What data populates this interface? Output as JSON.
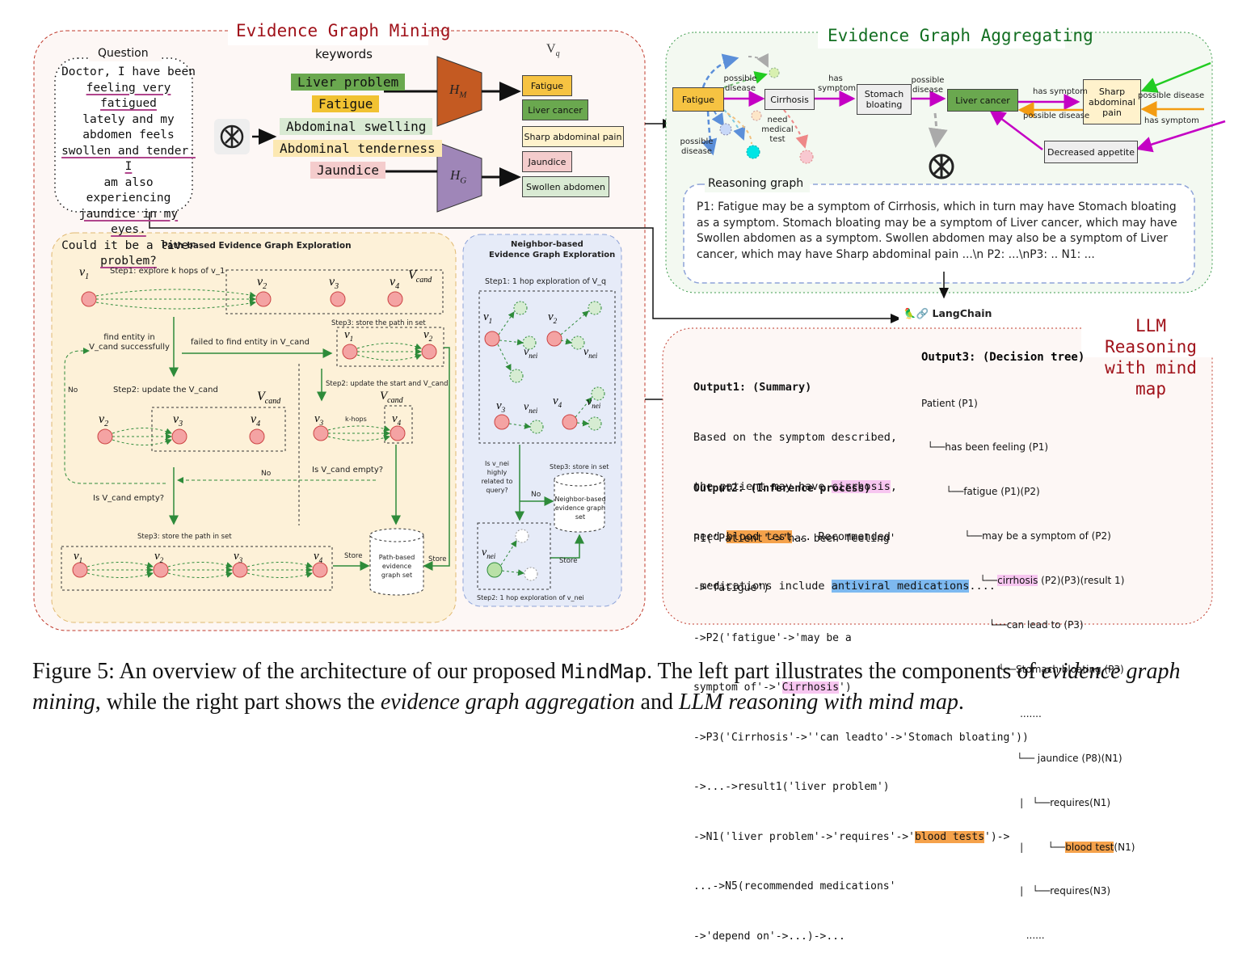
{
  "mining": {
    "title": "Evidence Graph Mining",
    "question_label": "Question",
    "question_lines": [
      "Doctor, I have been",
      "feeling very fatigued",
      "lately and my",
      "abdomen feels",
      "swollen and tender. I",
      "am also experiencing",
      "jaundice in my eyes.",
      "Could it be a liver",
      "problem?"
    ],
    "keywords_label": "keywords",
    "keywords": [
      {
        "text": "Liver problem",
        "color": "#6aa84f"
      },
      {
        "text": "Fatigue",
        "color": "#f1c232"
      },
      {
        "text": "Abdominal swelling",
        "color": "#d9ead3"
      },
      {
        "text": "Abdominal tenderness",
        "color": "#fce8b2"
      },
      {
        "text": "Jaundice",
        "color": "#f4cccc"
      }
    ],
    "hm_label": "H",
    "hm_sub": "M",
    "hg_label": "H",
    "hg_sub": "G",
    "vq_label": "V",
    "vq_sub": "q",
    "entities": [
      {
        "text": "Fatigue",
        "color": "#f6c342"
      },
      {
        "text": "Liver cancer",
        "color": "#6aa84f"
      },
      {
        "text": "Sharp abdominal pain",
        "color": "#fff2cc"
      },
      {
        "text": "Jaundice",
        "color": "#f4cccc"
      },
      {
        "text": "Swollen abdomen",
        "color": "#d9ead3"
      }
    ]
  },
  "path": {
    "title": "Path-based Evidence Graph Exploration",
    "step1": "Step1: explore k hops of v_1",
    "find_success": "find entity in V_cand successfully",
    "failed": "failed to find entity in V_cand",
    "step3a": "Step3: store the path in set",
    "step2a": "Step2: update the start and V_cand",
    "step2": "Step2: update the V_cand",
    "khops": "k-hops",
    "no1": "No",
    "no2": "No",
    "empty1": "Is V_cand empty?",
    "empty2": "Is V_cand empty?",
    "step3b": "Step3: store the path in set",
    "store1": "Store",
    "store2": "Store",
    "set_label": "Path-based evidence graph set",
    "v1": "v",
    "vcand": "V"
  },
  "neighbor": {
    "title1": "Neighbor-based",
    "title2": "Evidence Graph Exploration",
    "step1": "Step1: 1 hop exploration of V_q",
    "related": "Is v_nei highly related to query?",
    "no": "No",
    "step3": "Step3: store in set",
    "set_label": "Neighbor-based evidence graph set",
    "store": "Store",
    "step2": "Step2: 1 hop exploration of v_nei"
  },
  "aggregating": {
    "title": "Evidence Graph Aggregating",
    "nodes": {
      "fatigue": "Fatigue",
      "cirrhosis": "Cirrhosis",
      "stomach": "Stomach bloating",
      "liver_cancer": "Liver cancer",
      "sharp": "Sharp abdominal pain",
      "decreased": "Decreased appetite"
    },
    "edges": {
      "possible_disease1": "possible disease",
      "possible_disease2": "possible disease",
      "need_test": "need medical test",
      "has_symptom1": "has symptom",
      "possible_disease3": "possible disease",
      "has_symptom2": "has symptom",
      "possible_disease4": "possible disease",
      "possible_disease5": "possible disease",
      "has_symptom3": "has symptom"
    },
    "reasoning_label": "Reasoning graph",
    "reasoning_text": "P1: Fatigue may be a symptom of Cirrhosis, which in turn may have Stomach bloating as a symptom. Stomach bloating may be a symptom of Liver cancer, which may have Swollen abdomen as a symptom. Swollen abdomen may also be a symptom of Liver cancer, which may have Sharp abdominal pain ...\\n P2: ...\\nP3: .. N1: ...",
    "langchain": "LangChain"
  },
  "reasoning": {
    "title1": "LLM Reasoning",
    "title2": "with mind map",
    "out1_title": "Output1: (Summary)",
    "out1_l1": "Based on the symptom described,",
    "out1_l2a": "the patient may have ",
    "out1_l2b": "cirrhosis",
    "out1_l2c": ",",
    "out1_l3a": "need ",
    "out1_l3b": "blood test",
    "out1_l3c": "... Recommended",
    "out1_l4a": " medications include ",
    "out1_l4b": "antiviral medications",
    "out1_l4c": "....",
    "out2_title": "Output2: (Inference process)",
    "out2_l1": "P1('Patient'->'has been feeling'",
    "out2_l2": "->'fatigue')",
    "out2_l3": "->P2('fatigue'->'may be a",
    "out2_l4a": "symptom of'->'",
    "out2_l4b": "Cirrhosis",
    "out2_l4c": "')",
    "out2_l5": "->P3('Cirrhosis'->''can leadto'->'Stomach bloating'))",
    "out2_l6": "->...->result1('liver problem')",
    "out2_l7a": "->N1('liver problem'->'requires'->'",
    "out2_l7b": "blood tests",
    "out2_l7c": "')->",
    "out2_l8": "...->N5(recommended medications'",
    "out2_l9": "->'depend on'->...)->...",
    "out3_title": "Output3: (Decision tree)",
    "tree": [
      "Patient (P1)",
      "  └──has been feeling (P1)",
      "        └──fatigue (P1)(P2)",
      "              └──may be a symptom of (P2)",
      "                   └──",
      "                      └──can lead to (P3)",
      "                         └──Stomach bloating (P3)",
      "                                .......",
      "                               └── jaundice (P8)(N1)",
      "                                |   └──requires(N1)",
      "                                |        └──",
      "                                |   └──requires(N3)",
      "                                  ......"
    ],
    "tree_cirrhosis": "cirrhosis",
    "tree_cirrhosis_tail": " (P2)(P3)(result 1)",
    "tree_blood": "blood test",
    "tree_blood_tail": "(N1)"
  },
  "caption": {
    "a": "Figure 5: An overview of the architecture of our proposed ",
    "b": "MindMap",
    "c": ". The left part illustrates the components of ",
    "d": "evidence graph mining",
    "e": ", while the right part shows the ",
    "f": "evidence graph aggregation",
    "g": " and ",
    "h": "LLM reasoning with mind map",
    "i": "."
  }
}
